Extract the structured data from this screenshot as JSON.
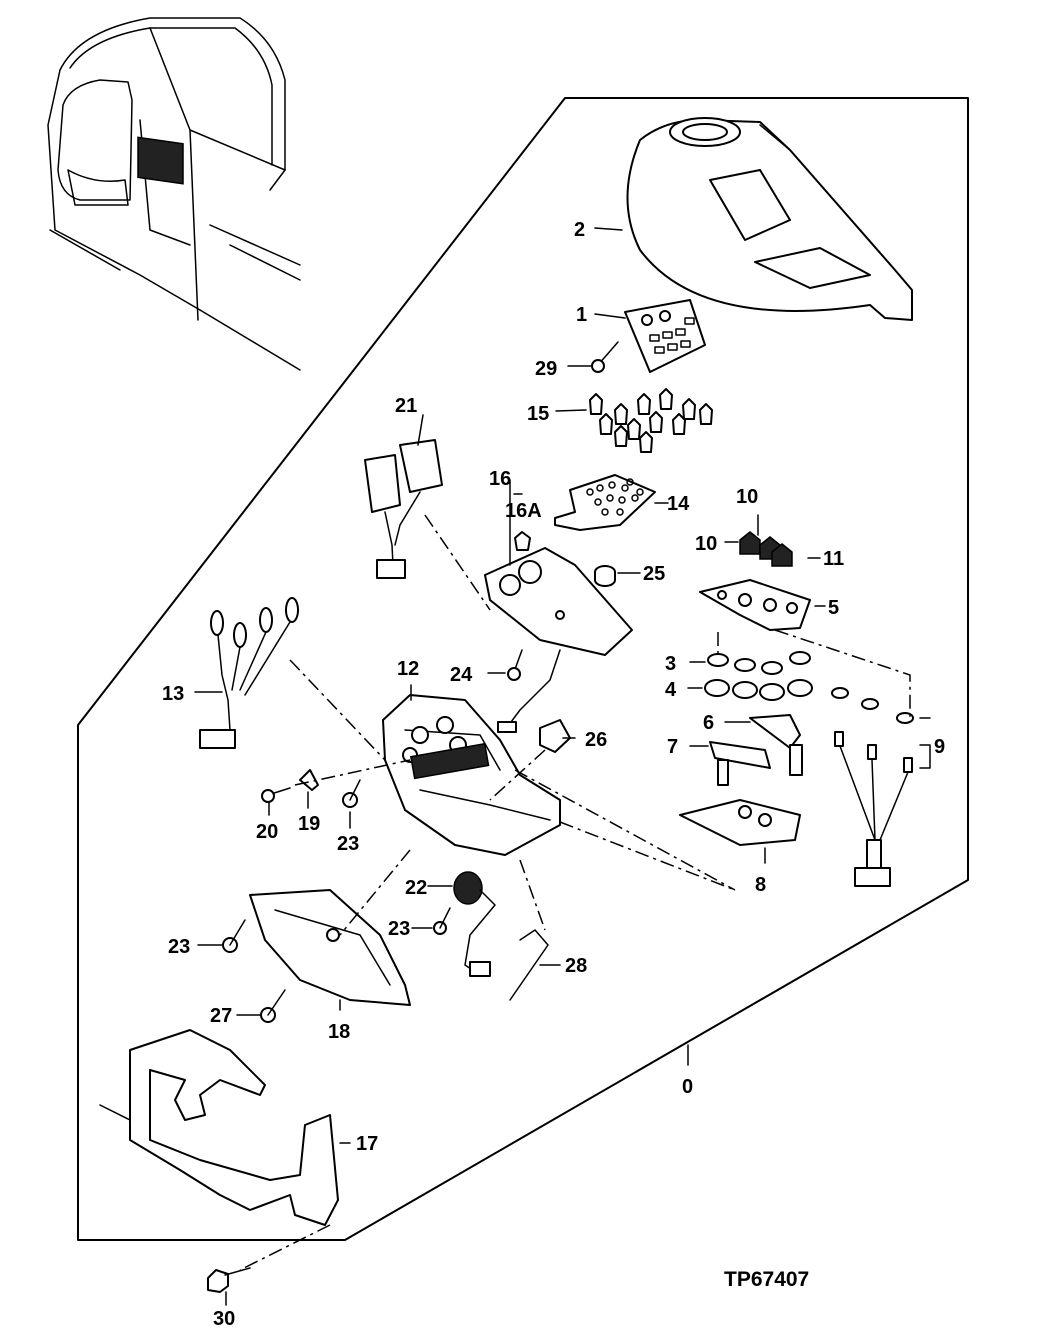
{
  "diagram": {
    "code": "TP67407",
    "callouts": {
      "c0": "0",
      "c1": "1",
      "c2": "2",
      "c3": "3",
      "c4": "4",
      "c5": "5",
      "c6": "6",
      "c7": "7",
      "c8": "8",
      "c9": "9",
      "c10a": "10",
      "c10b": "10",
      "c11": "11",
      "c12": "12",
      "c13": "13",
      "c14": "14",
      "c15": "15",
      "c16": "16",
      "c16a": "16A",
      "c17": "17",
      "c18": "18",
      "c19": "19",
      "c20": "20",
      "c21": "21",
      "c22": "22",
      "c23a": "23",
      "c23b": "23",
      "c23c": "23",
      "c24": "24",
      "c25": "25",
      "c26": "26",
      "c27": "27",
      "c28": "28",
      "c29": "29",
      "c30": "30"
    }
  }
}
